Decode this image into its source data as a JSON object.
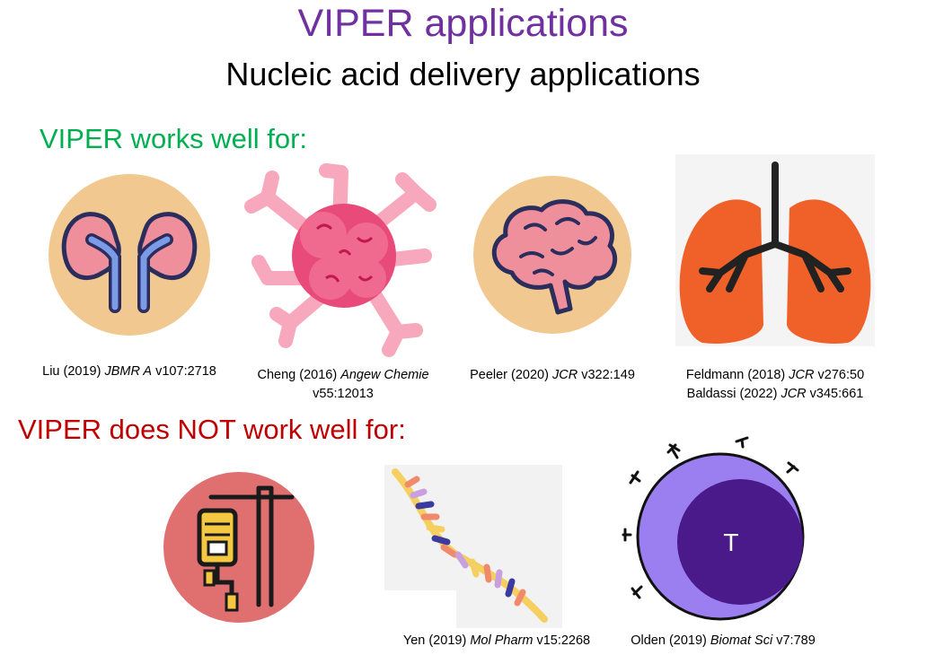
{
  "title": "VIPER applications",
  "subtitle": "Nucleic acid delivery applications",
  "works_well": {
    "heading": "VIPER works well for:",
    "items": [
      {
        "icon": "kidney-icon",
        "cite": {
          "pre": "Liu (2019) ",
          "journal": "JBMR A",
          "post": " v107:2718"
        }
      },
      {
        "icon": "tumor-cell-icon",
        "cite": {
          "pre": "Cheng (2016) ",
          "journal": "Angew Chemie",
          "post": "",
          "line2": "v55:12013"
        }
      },
      {
        "icon": "brain-icon",
        "cite": {
          "pre": "Peeler (2020) ",
          "journal": "JCR",
          "post": " v322:149"
        }
      },
      {
        "icon": "lungs-icon",
        "cite": {
          "pre": "Feldmann (2018) ",
          "journal": "JCR",
          "post": " v276:50"
        },
        "cite2": {
          "pre": "Baldassi (2022) ",
          "journal": "JCR",
          "post": " v345:661"
        }
      }
    ]
  },
  "not_work_well": {
    "heading": "VIPER does NOT work well for:",
    "items": [
      {
        "icon": "iv-drip-icon"
      },
      {
        "icon": "rna-strand-icon",
        "cite": {
          "pre": "Yen (2019) ",
          "journal": "Mol Pharm",
          "post": " v15:2268"
        }
      },
      {
        "icon": "t-cell-icon",
        "label": "T",
        "cite": {
          "pre": "Olden (2019) ",
          "journal": "Biomat Sci",
          "post": " v7:789"
        }
      }
    ]
  },
  "colors": {
    "title": "#7030a0",
    "works_heading": "#00b050",
    "not_heading": "#c00000"
  }
}
